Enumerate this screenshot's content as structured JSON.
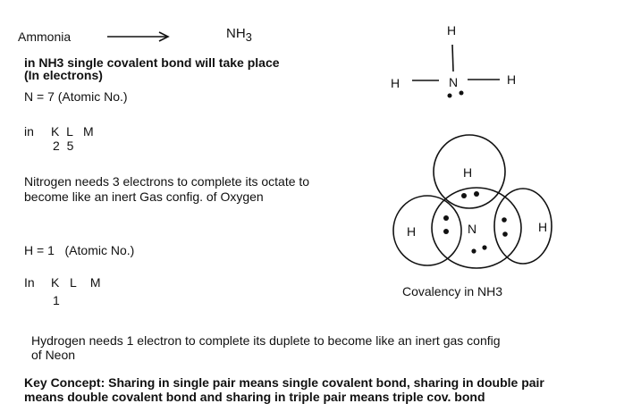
{
  "header": {
    "name": "Ammonia",
    "formula_main": "NH",
    "formula_sub": "3"
  },
  "intro": {
    "line1": "in NH3 single covalent bond will take place",
    "line2": "(In electrons)"
  },
  "nitrogen": {
    "atomic": "N = 7   (Atomic No.)",
    "shells_label": "in",
    "shells": "K  L   M",
    "config": "2  5",
    "note1": "Nitrogen needs 3 electrons to complete its octate to",
    "note2": "become like an inert Gas config. of Oxygen"
  },
  "hydrogen": {
    "atomic": "H = 1   (Atomic No.)",
    "shells_label": "In",
    "shells": "K   L    M",
    "config": "1",
    "note1": "Hydrogen needs 1 electron to complete its duplete to become like an inert gas config",
    "note2": "of Neon"
  },
  "key_concept": {
    "line1": "Key Concept: Sharing in single pair means single covalent bond, sharing in double pair",
    "line2": "means double covalent bond and sharing in triple pair means triple cov. bond"
  },
  "lewis": {
    "center": "N",
    "h": "H"
  },
  "venn": {
    "center": "N",
    "h": "H",
    "caption": "Covalency in NH3"
  }
}
